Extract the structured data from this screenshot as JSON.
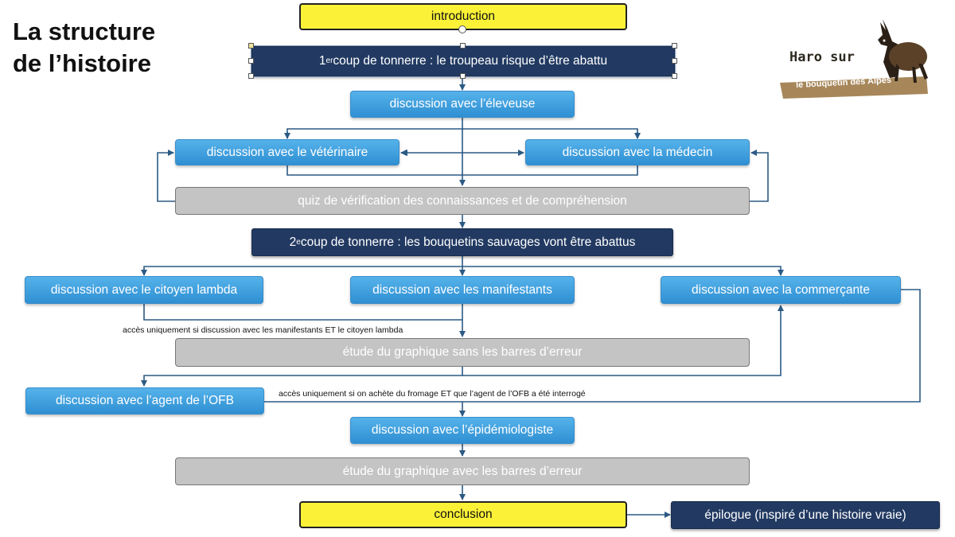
{
  "title": {
    "line1": "La structure",
    "line2": "de l’histoire"
  },
  "logo": {
    "line1": "Haro sur",
    "line2": "le bouquetin des Alpes"
  },
  "nodes": {
    "introduction": "introduction",
    "thunder1_sup": "er",
    "thunder1_pre": "1",
    "thunder1_text": " coup de tonnerre : le troupeau risque d’être abattu",
    "eleveuse": "discussion avec l’éleveuse",
    "veterinaire": "discussion avec le vétérinaire",
    "medecin": "discussion avec la médecin",
    "quiz": "quiz de vérification des connaissances et de compréhension",
    "thunder2_pre": "2",
    "thunder2_sup": "e",
    "thunder2_text": " coup de tonnerre : les bouquetins sauvages vont être abattus",
    "citoyen": "discussion avec le citoyen lambda",
    "manifestants": "discussion avec les manifestants",
    "commercante": "discussion avec la commerçante",
    "graph_sans": "étude du graphique sans les barres d’erreur",
    "ofb": "discussion avec l’agent de l’OFB",
    "epidemiologiste": "discussion avec l’épidémiologiste",
    "graph_avec": "étude du graphique avec les barres d’erreur",
    "conclusion": "conclusion",
    "epilogue": "épilogue (inspiré d’une histoire vraie)"
  },
  "notes": {
    "access1": "accès uniquement si discussion avec les manifestants ET le citoyen lambda",
    "access2": "accès uniquement si on achète du fromage ET que l’agent de l’OFB a été interrogé"
  },
  "colors": {
    "yellow": "#fbf237",
    "navy": "#223a62",
    "blue": "#3a9de0",
    "grey": "#c4c4c4",
    "arrow": "#2b5a84"
  }
}
